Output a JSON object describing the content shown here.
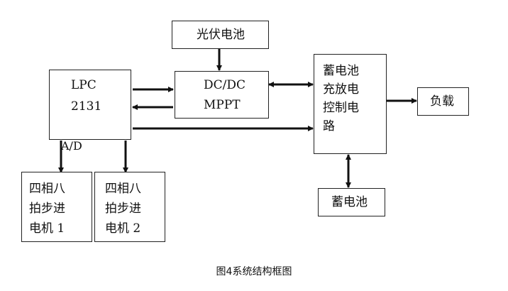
{
  "blocks": {
    "pv": {
      "label": "光伏电池"
    },
    "dcdc": {
      "line1": "DC/DC",
      "line2": "MPPT"
    },
    "lpc": {
      "line1": "LPC",
      "line2": "2131"
    },
    "ctrl": {
      "line1": "蓄电池",
      "line2": "充放电",
      "line3": "控制电",
      "line4": "路"
    },
    "load": {
      "label": "负载"
    },
    "battery": {
      "label": "蓄电池"
    },
    "motor1": {
      "line1": "四相八",
      "line2": "拍步进",
      "line3": "电机 1"
    },
    "motor2": {
      "line1": "四相八",
      "line2": "拍步进",
      "line3": "电机 2"
    }
  },
  "ad_label": "A/D",
  "caption": "图4系统结构框图"
}
